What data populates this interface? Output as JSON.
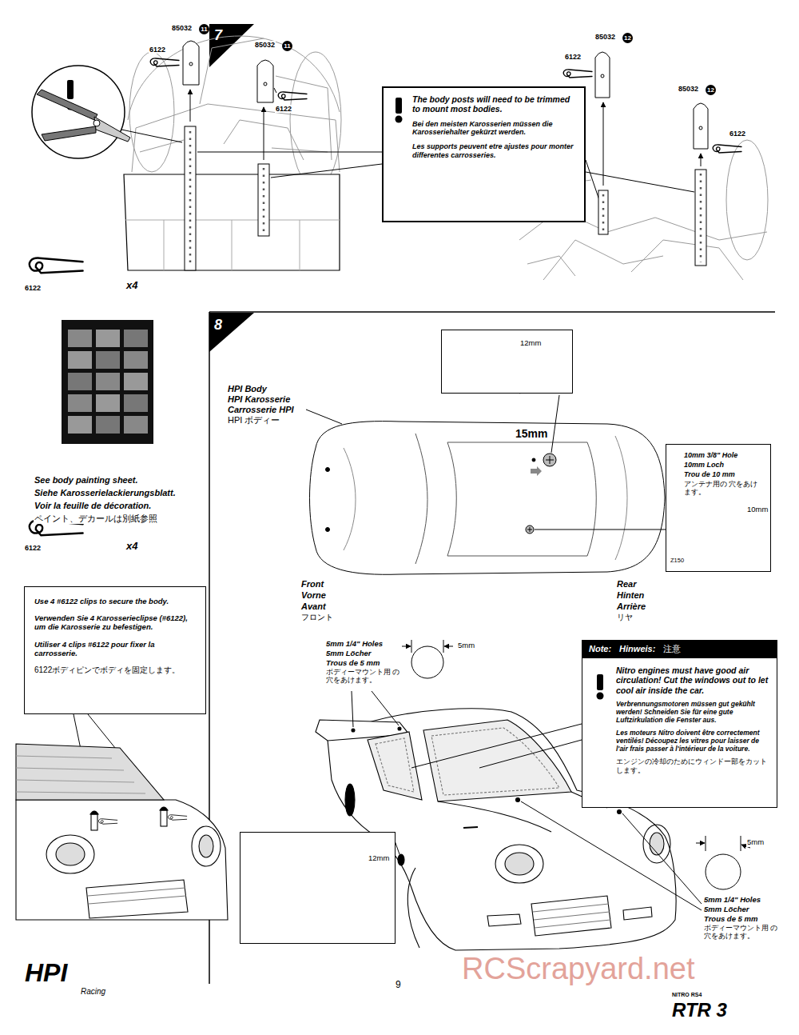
{
  "diagram": {
    "nodes": [
      {
        "text": [
          "The body posts will need to be trimmed to mount most bodies.",
          "Bei den meisten Karosserien müssen die Karosseriehalter gekürzt werden.",
          "Les supports peuvent etre ajustes pour monter differentes carrosseries."
        ]
      },
      {
        "text": [
          "Use 4 #6122 clips to secure the body.",
          "Verwenden Sie 4 Karosserieclipse (#6122), um die Karosserie zu befestigen.",
          "Utiliser 4 clips #6122 pour fixer la carrosserie.",
          "6122ボディピンでボディを固定します。"
        ]
      },
      {
        "text": [
          "12mm"
        ]
      },
      {
        "text": [
          "10mm 3/8\" Hole",
          "10mm Loch",
          "Trou de 10 mm",
          "アンテナ用の 穴をあけます。",
          "10mm",
          "Z150"
        ]
      },
      {
        "text": [
          "Note:",
          "Hinweis:",
          "注意",
          "Nitro engines must have good air circulation! Cut the windows out to let cool air inside the car.",
          "Verbrennungsmotoren müssen gut gekühlt werden! Schneiden Sie für eine gute Luftzirkulation die Fenster aus.",
          "Les moteurs Nitro doivent être correctement ventilés! Découpez les vitres pour laisser de l'air frais passer à l'intérieur de la voiture.",
          "エンジンの冷却のためにウィンドー部をカットします。"
        ]
      },
      {
        "text": [
          "12mm"
        ]
      }
    ],
    "labels": [
      "7",
      "85032",
      "11",
      "6122",
      "85032",
      "11",
      "6122",
      "6122",
      "85032",
      "12",
      "85032",
      "12",
      "6122",
      "6122",
      "x4",
      "See body painting sheet.",
      "Siehe Karosserielackierungsblatt.",
      "Voir la feuille de décoration.",
      "ペイント、デカールは別紙参照",
      "6122",
      "x4",
      "8",
      "HPI Body",
      "HPI Karosserie",
      "Carrosserie HPI",
      "HPI ボディー",
      "15mm",
      "Front",
      "Vorne",
      "Avant",
      "フロント",
      "Rear",
      "Hinten",
      "Arrière",
      "リヤ",
      "5mm 1/4\" Holes",
      "5mm Löcher",
      "Trous de 5 mm",
      "ボディーマウント用 の穴をあけます。",
      "5mm",
      "5mm",
      "5mm 1/4\" Holes",
      "5mm Löcher",
      "Trous de 5 mm",
      "ボディーマウント用 の穴をあけます。",
      "9",
      "HPI",
      "Racing",
      "NITRO RS4",
      "RTR 3",
      "RCScrapyard.net"
    ]
  }
}
